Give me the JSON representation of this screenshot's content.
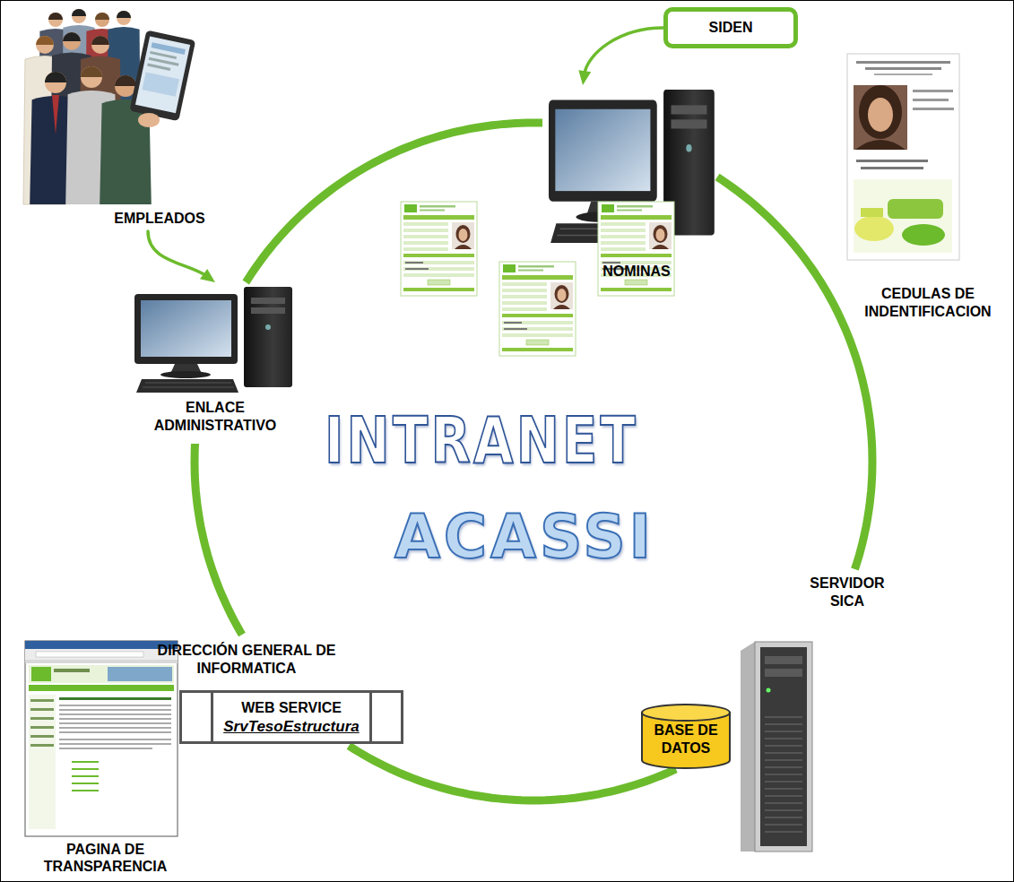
{
  "diagram": {
    "nodes": [
      {
        "text": [
          "EMPLEADOS"
        ]
      },
      {
        "text": [
          "SIDEN"
        ]
      },
      {
        "text": [
          "NOMINAS"
        ]
      },
      {
        "text": [
          "ENLACE ADMINISTRATIVO"
        ]
      },
      {
        "text": [
          "SERVIDOR SICA"
        ]
      },
      {
        "text": [
          "BASE DE DATOS"
        ],
        "in": 4
      },
      {
        "text": [
          "DIRECCIÓN GENERAL DE INFORMATICA",
          "WEB SERVICE",
          "SrvTesoEstructura"
        ]
      }
    ],
    "edges": [
      {
        "from": 1,
        "to": 2,
        "arrow": "to"
      },
      {
        "from": 0,
        "to": 3,
        "arrow": "to"
      },
      {
        "from": 3,
        "to": 2,
        "arrow": "none"
      },
      {
        "from": 2,
        "to": 4,
        "arrow": "none"
      },
      {
        "from": 5,
        "to": 6,
        "arrow": "none"
      },
      {
        "from": 6,
        "to": 3,
        "arrow": "none"
      }
    ],
    "labels": [
      "CEDULAS DE INDENTIFICACION",
      "INTRANET",
      "ACASSI",
      "PAGINA DE TRANSPARENCIA"
    ]
  }
}
